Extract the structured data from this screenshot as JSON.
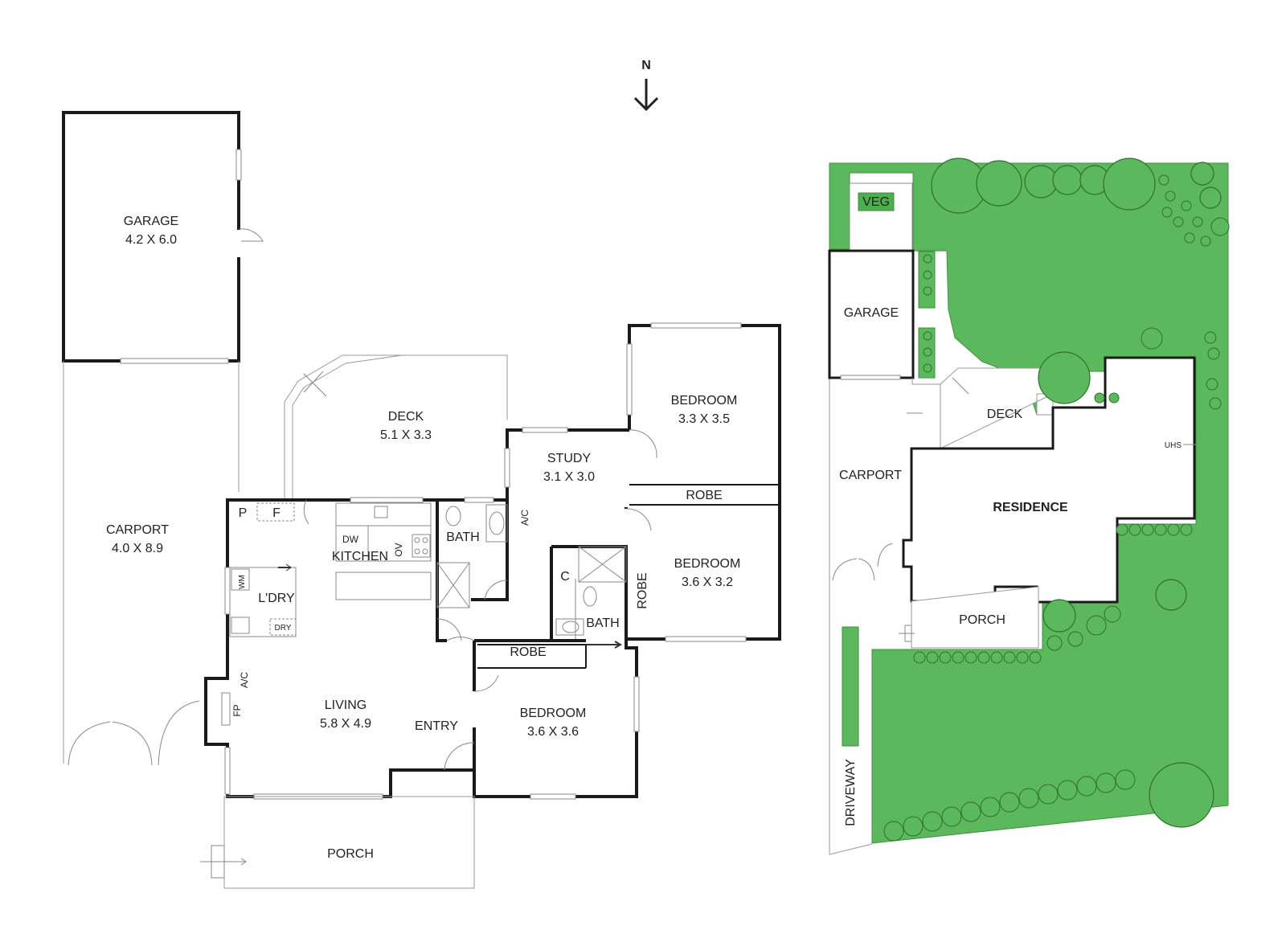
{
  "compass": {
    "letter": "N"
  },
  "floorplan": {
    "garage": {
      "name": "GARAGE",
      "dims": "4.2 X 6.0"
    },
    "carport": {
      "name": "CARPORT",
      "dims": "4.0 X 8.9"
    },
    "deck": {
      "name": "DECK",
      "dims": "5.1 X 3.3"
    },
    "study": {
      "name": "STUDY",
      "dims": "3.1 X 3.0"
    },
    "bedroom1": {
      "name": "BEDROOM",
      "dims": "3.3 X 3.5"
    },
    "bedroom2": {
      "name": "BEDROOM",
      "dims": "3.6 X 3.2"
    },
    "bedroom3": {
      "name": "BEDROOM",
      "dims": "3.6 X 3.6"
    },
    "living": {
      "name": "LIVING",
      "dims": "5.8 X 4.9"
    },
    "kitchen": "KITCHEN",
    "laundry": "L'DRY",
    "bath1": "BATH",
    "bath2": "BATH",
    "robe1": "ROBE",
    "robe2": "ROBE",
    "robe3": "ROBE",
    "entry": "ENTRY",
    "porch": "PORCH",
    "pantry": "P",
    "fridge": "F",
    "dishwasher": "DW",
    "oven": "OV",
    "washing_machine": "WM",
    "dryer": "DRY",
    "aircon1": "A/C",
    "aircon2": "A/C",
    "fireplace": "FP",
    "cupboard": "C"
  },
  "siteplan": {
    "veg": "VEG",
    "garage": "GARAGE",
    "deck": "DECK",
    "carport": "CARPORT",
    "residence": "RESIDENCE",
    "porch": "PORCH",
    "driveway": "DRIVEWAY",
    "uhs": "UHS"
  },
  "colors": {
    "lawn": "#5cb85c",
    "veg_bed": "#4cae4c",
    "wall": "#1a1a1a",
    "thin_line": "#888888"
  }
}
